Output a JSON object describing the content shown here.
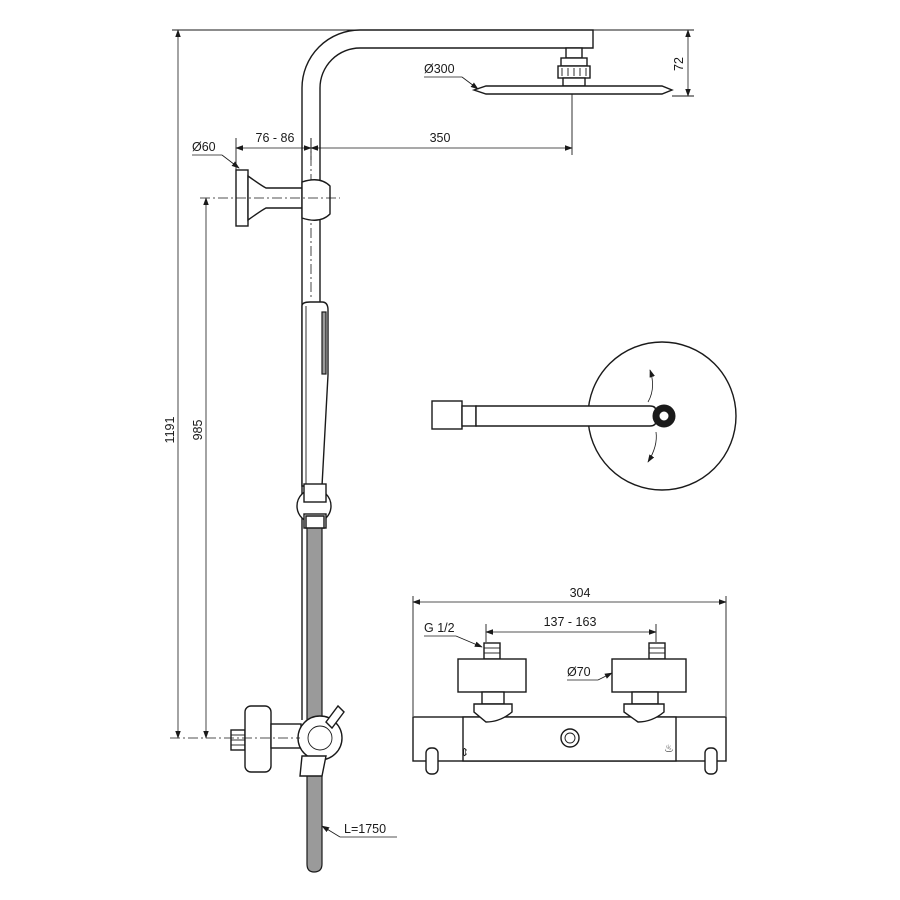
{
  "dimensions": {
    "total_height": "1191",
    "outlet_height": "985",
    "head_drop": "72",
    "head_diameter": "Ø300",
    "arm_length": "350",
    "wall_offset": "76 - 86",
    "bracket_diameter": "Ø60",
    "hose_length": "L=1750",
    "mixer_width": "304",
    "inlet_spacing": "137 - 163",
    "inlet_thread": "G 1/2",
    "eccentric_diameter": "Ø70"
  }
}
